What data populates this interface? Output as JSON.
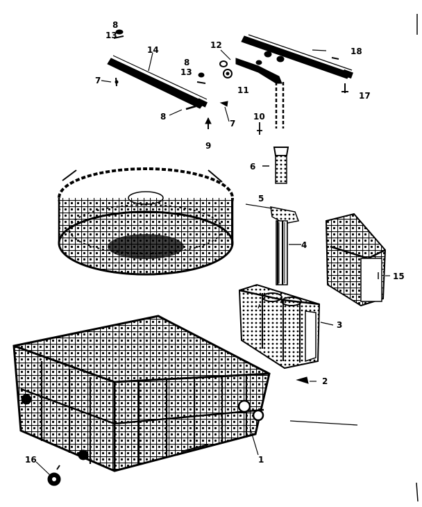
{
  "colors": {
    "ink": "#000000",
    "paper": "#ffffff"
  },
  "labels": {
    "l1": "1",
    "l2": "2",
    "l3": "3",
    "l4": "4",
    "l5": "5",
    "l6": "6",
    "l7a": "7",
    "l7b": "7",
    "l8a": "8",
    "l8b": "8",
    "l8c": "8",
    "l9": "9",
    "l10": "10",
    "l11": "11",
    "l12": "12",
    "l13a": "13",
    "l13b": "13",
    "l14": "14",
    "l15": "15",
    "l16": "16",
    "l17": "17",
    "l18": "18"
  }
}
